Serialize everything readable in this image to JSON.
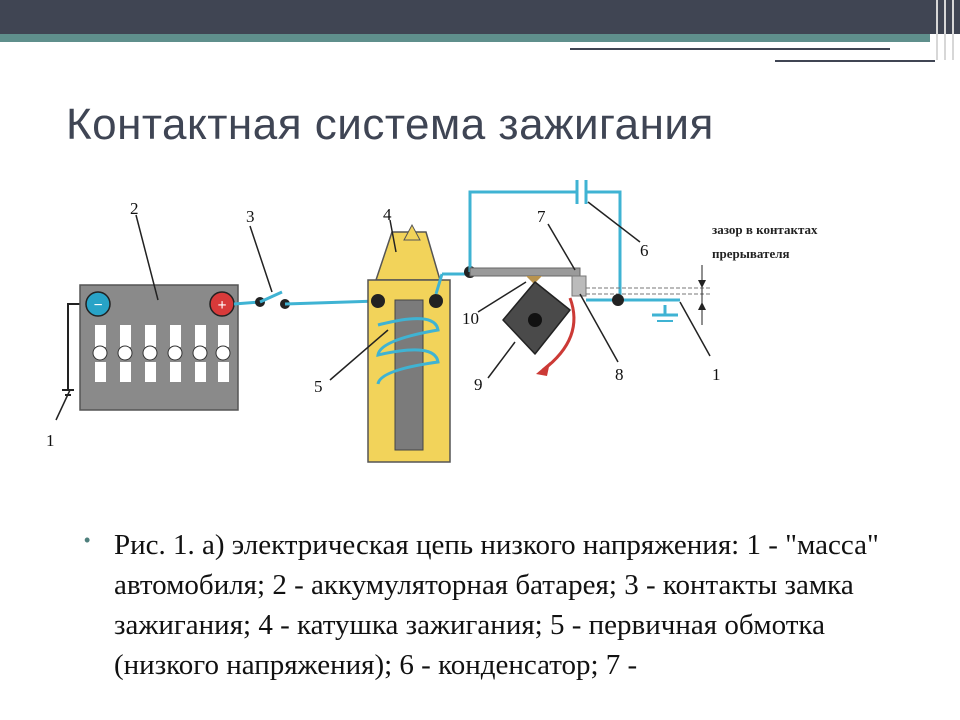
{
  "slide": {
    "title": "Контактная система зажигания",
    "bullet_glyph": "•",
    "caption": "Рис. 1. а) электрическая цепь низкого напряжения: 1 - \"масса\" автомобиля; 2 - аккумуляторная батарея; 3 - контакты замка зажигания; 4 - катушка зажигания; 5 - первичная обмотка (низкого напряжения); 6 - конденсатор; 7 -"
  },
  "diagram": {
    "labels": {
      "l1_left": "1",
      "l2": "2",
      "l3": "3",
      "l4": "4",
      "l5": "5",
      "l6": "6",
      "l7": "7",
      "l8": "8",
      "l9": "9",
      "l10": "10",
      "l1_right": "1",
      "gap_line1": "зазор в контактах",
      "gap_line2": "прерывателя",
      "minus": "−",
      "plus": "+"
    },
    "colors": {
      "wire": "#3fb3d3",
      "battery": "#8a8a8a",
      "coil_body": "#f2d35a",
      "coil_core": "#7b7b7b",
      "arrow": "#cc3a36",
      "cam": "#4a4a4a",
      "terminal_minus": "#28a3c7",
      "terminal_plus": "#d83a3a"
    }
  }
}
